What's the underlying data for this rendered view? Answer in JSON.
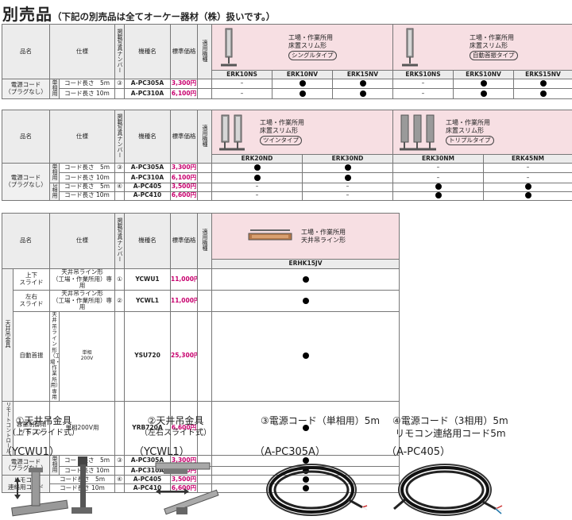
{
  "header": {
    "title": "別売品",
    "note": "（下記の別売品は全てオーケー器材（株）扱いです。）"
  },
  "col": {
    "name": "品名",
    "spec": "仕様",
    "photo_no": "掲載写真ナンバー",
    "model": "機種名",
    "price": "標準価格",
    "applicable": "適用機種"
  },
  "t1": {
    "prod_a": {
      "lines": [
        "工場・作業所用",
        "床置スリム形"
      ],
      "chip": "シングルタイプ"
    },
    "prod_b": {
      "lines": [
        "工場・作業所用",
        "床置スリム形"
      ],
      "chip": "自動首振タイプ"
    },
    "models": [
      "ERK10NS",
      "ERK10NV",
      "ERK15NV",
      "ERKS10NS",
      "ERKS10NV",
      "ERKS15NV"
    ],
    "item": [
      "電源コード",
      "（プラグなし）"
    ],
    "grp": "単相用",
    "rows": [
      {
        "spec": "コード長さ　5m",
        "no": "③",
        "model": "A-PC305A",
        "price": "3,300円",
        "marks": [
          "–",
          "●",
          "●",
          "–",
          "●",
          "●"
        ]
      },
      {
        "spec": "コード長さ 10m",
        "no": "",
        "model": "A-PC310A",
        "price": "6,100円",
        "marks": [
          "–",
          "●",
          "●",
          "–",
          "●",
          "●"
        ]
      }
    ]
  },
  "t2": {
    "prod_a": {
      "lines": [
        "工場・作業所用",
        "床置スリム形"
      ],
      "chip": "ツインタイプ"
    },
    "prod_b": {
      "lines": [
        "工場・作業所用",
        "床置スリム形"
      ],
      "chip": "トリプルタイプ"
    },
    "models": [
      "ERK20ND",
      "ERK30ND",
      "ERK30NM",
      "ERK45NM"
    ],
    "item": [
      "電源コード",
      "（プラグなし）"
    ],
    "grp1": "単相用",
    "grp2": "3相用",
    "rows": [
      {
        "spec": "コード長さ　5m",
        "no": "③",
        "model": "A-PC305A",
        "price": "3,300円",
        "marks": [
          "●",
          "●",
          "–",
          "–"
        ]
      },
      {
        "spec": "コード長さ 10m",
        "no": "",
        "model": "A-PC310A",
        "price": "6,100円",
        "marks": [
          "●",
          "●",
          "–",
          "–"
        ]
      },
      {
        "spec": "コード長さ　5m",
        "no": "④",
        "model": "A-PC405",
        "price": "3,500円",
        "marks": [
          "–",
          "–",
          "●",
          "●"
        ]
      },
      {
        "spec": "コード長さ 10m",
        "no": "",
        "model": "A-PC410",
        "price": "6,600円",
        "marks": [
          "–",
          "–",
          "●",
          "●"
        ]
      }
    ]
  },
  "t3": {
    "prod": {
      "lines": [
        "工場・作業所用",
        "天井吊ライン形"
      ]
    },
    "model": "ERHK15JV",
    "g_ceiling": "天井吊金具",
    "g_remote": "リモートコントロール",
    "r1": {
      "sub": [
        "上下",
        "スライド"
      ],
      "spec": [
        "天井吊ライン形",
        "（工場・作業所用）専用"
      ],
      "no": "①",
      "model": "YCWU1",
      "price": "11,000円",
      "mark": "●"
    },
    "r2": {
      "sub": [
        "左右",
        "スライド"
      ],
      "spec": [
        "天井吊ライン形",
        "（工場・作業所用）専用"
      ],
      "no": "②",
      "model": "YCWL1",
      "price": "11,000円",
      "mark": "●"
    },
    "r3": {
      "sub": "自動首振",
      "spec": [
        "天井吊ライン形",
        "（工場・作業所用）専用"
      ],
      "spec2": [
        "単相",
        "200V"
      ],
      "no": "",
      "model": "YSU720",
      "price": "25,300円",
      "mark": "●"
    },
    "r4": {
      "sub": [
        "容量制御用",
        "リモコン"
      ],
      "spec": "単相200V用",
      "no": "",
      "model": "YRB720A",
      "price": "6,600円",
      "mark": "●"
    },
    "cord": {
      "item": [
        "電源コード",
        "（プラグなし）"
      ],
      "grp": "単相用",
      "rows": [
        {
          "spec": "コード長さ　5m",
          "no": "③",
          "model": "A-PC305A",
          "price": "3,300円",
          "mark": "●"
        },
        {
          "spec": "コード長さ 10m",
          "no": "",
          "model": "A-PC310A",
          "price": "6,100円",
          "mark": "●"
        }
      ]
    },
    "remo": {
      "item": [
        "リモコン",
        "連絡用コード"
      ],
      "rows": [
        {
          "spec": "コード長さ　5m",
          "no": "④",
          "model": "A-PC405",
          "price": "3,500円",
          "mark": "●"
        },
        {
          "spec": "コード長さ 10m",
          "no": "",
          "model": "A-PC410",
          "price": "6,600円",
          "mark": "●"
        }
      ]
    }
  },
  "accessories": [
    {
      "caption": [
        "①天井吊金具",
        "（上下スライド式）"
      ],
      "code": "（YCWU1）"
    },
    {
      "caption": [
        "②天井吊金具",
        "（左右スライド式）"
      ],
      "code": "（YCWL1）"
    },
    {
      "caption": [
        "③電源コード（単相用）5m"
      ],
      "code": "（A-PC305A）"
    },
    {
      "caption": [
        "④電源コード（3相用）5m",
        "リモコン連絡用コード5m"
      ],
      "code": "（A-PC405）"
    }
  ]
}
